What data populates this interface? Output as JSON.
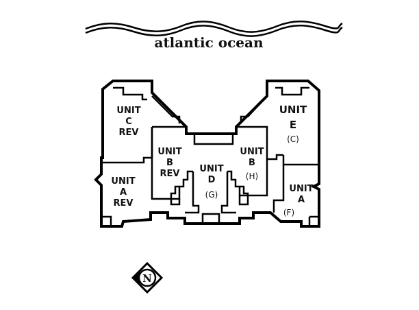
{
  "ocean_label": "atlantic ocean",
  "compass_letter": "N",
  "units": {
    "c_rev": [
      "UNIT",
      "C",
      "REV"
    ],
    "a_rev": [
      "UNIT",
      "A",
      "REV"
    ],
    "b_rev": [
      "UNIT",
      "B",
      "REV"
    ],
    "d": [
      "UNIT",
      "D",
      "(G)"
    ],
    "b": [
      "UNIT",
      "B",
      "(H)"
    ],
    "e": [
      "UNIT",
      "E",
      "(C)"
    ],
    "a": [
      "UNIT",
      "A",
      "(F)"
    ]
  }
}
